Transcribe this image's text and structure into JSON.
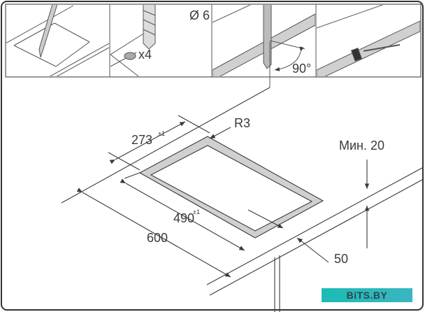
{
  "steps": {
    "drill_diameter": "Ø 6",
    "holes_count": "x4",
    "cut_angle": "90°"
  },
  "dimensions": {
    "depth": "273",
    "depth_tolerance": "±1",
    "corner_radius": "R3",
    "min_distance": "Мин. 20",
    "width": "490",
    "width_tolerance": "±1",
    "counter_depth": "600",
    "front_offset": "50"
  },
  "watermark": "BiTS.BY",
  "colors": {
    "line": "#3a3a3a",
    "fill": "#d0d0d0",
    "watermark_bg": "#1bbcb4"
  }
}
